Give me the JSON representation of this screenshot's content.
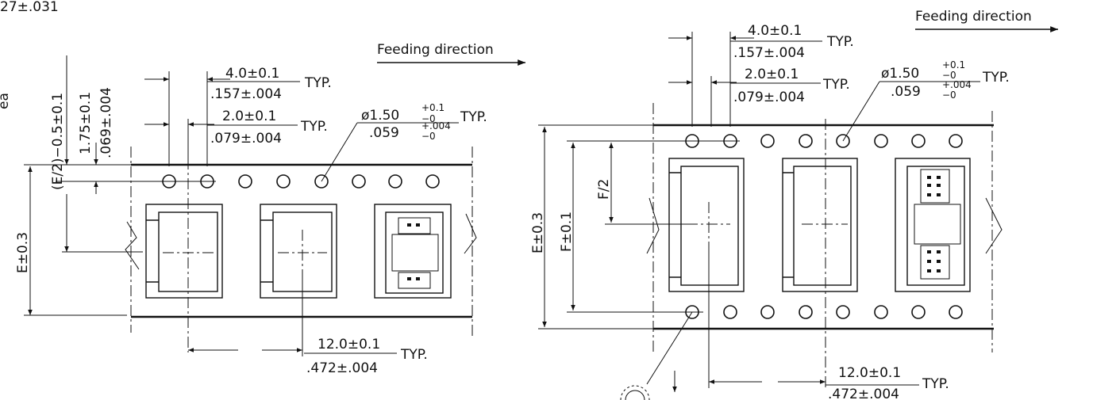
{
  "clipped_top_left": "27±.031",
  "clipped_left_label": "ea",
  "left_drawing": {
    "feeding_direction": "Feeding direction",
    "pitch_4": {
      "metric": "4.0±0.1",
      "imperial": ".157±.004",
      "suffix": "TYP."
    },
    "pitch_2": {
      "metric": "2.0±0.1",
      "imperial": ".079±.004",
      "suffix": "TYP."
    },
    "hole_dia": {
      "metric": "ø1.50",
      "m_plus": "+0.1",
      "m_minus": "−0",
      "imperial": ".059",
      "i_plus": "+.004",
      "i_minus": "−0",
      "suffix": "TYP."
    },
    "edge_e2": "(E/2)−0.5±0.1",
    "edge_175": "1.75±0.1",
    "edge_069": ".069±.004",
    "width_e": "E±0.3",
    "pitch_12": {
      "metric": "12.0±0.1",
      "imperial": ".472±.004",
      "suffix": "TYP."
    }
  },
  "right_drawing": {
    "feeding_direction": "Feeding direction",
    "pitch_4": {
      "metric": "4.0±0.1",
      "imperial": ".157±.004",
      "suffix": "TYP."
    },
    "pitch_2": {
      "metric": "2.0±0.1",
      "imperial": ".079±.004",
      "suffix": "TYP."
    },
    "hole_dia": {
      "metric": "ø1.50",
      "m_plus": "+0.1",
      "m_minus": "−0",
      "imperial": ".059",
      "i_plus": "+.004",
      "i_minus": "−0",
      "suffix": "TYP."
    },
    "width_e": "E±0.3",
    "width_f": "F±0.1",
    "half_f": "F/2",
    "pitch_12": {
      "metric": "12.0±0.1",
      "imperial": ".472±.004",
      "suffix": "TYP."
    }
  }
}
